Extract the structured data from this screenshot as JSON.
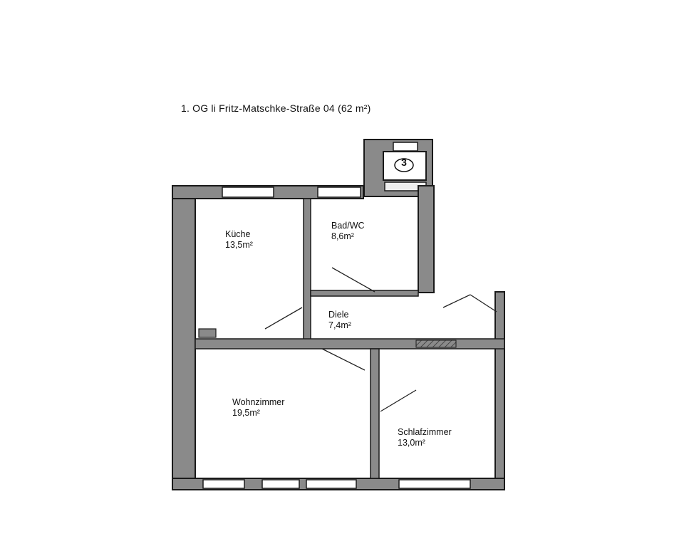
{
  "title": "1.  OG li Fritz-Matschke-Straße 04 (62 m²)",
  "stair_marker": "3",
  "rooms": [
    {
      "name": "Küche",
      "area": "13,5m²"
    },
    {
      "name": "Bad/WC",
      "area": "8,6m²"
    },
    {
      "name": "Diele",
      "area": "7,4m²"
    },
    {
      "name": "Wohnzimmer",
      "area": "19,5m²"
    },
    {
      "name": "Schlafzimmer",
      "area": "13,0m²"
    }
  ],
  "colors": {
    "wall": "#8a8a8a",
    "wall_edge": "#1a1a1a",
    "floor": "#ffffff"
  }
}
